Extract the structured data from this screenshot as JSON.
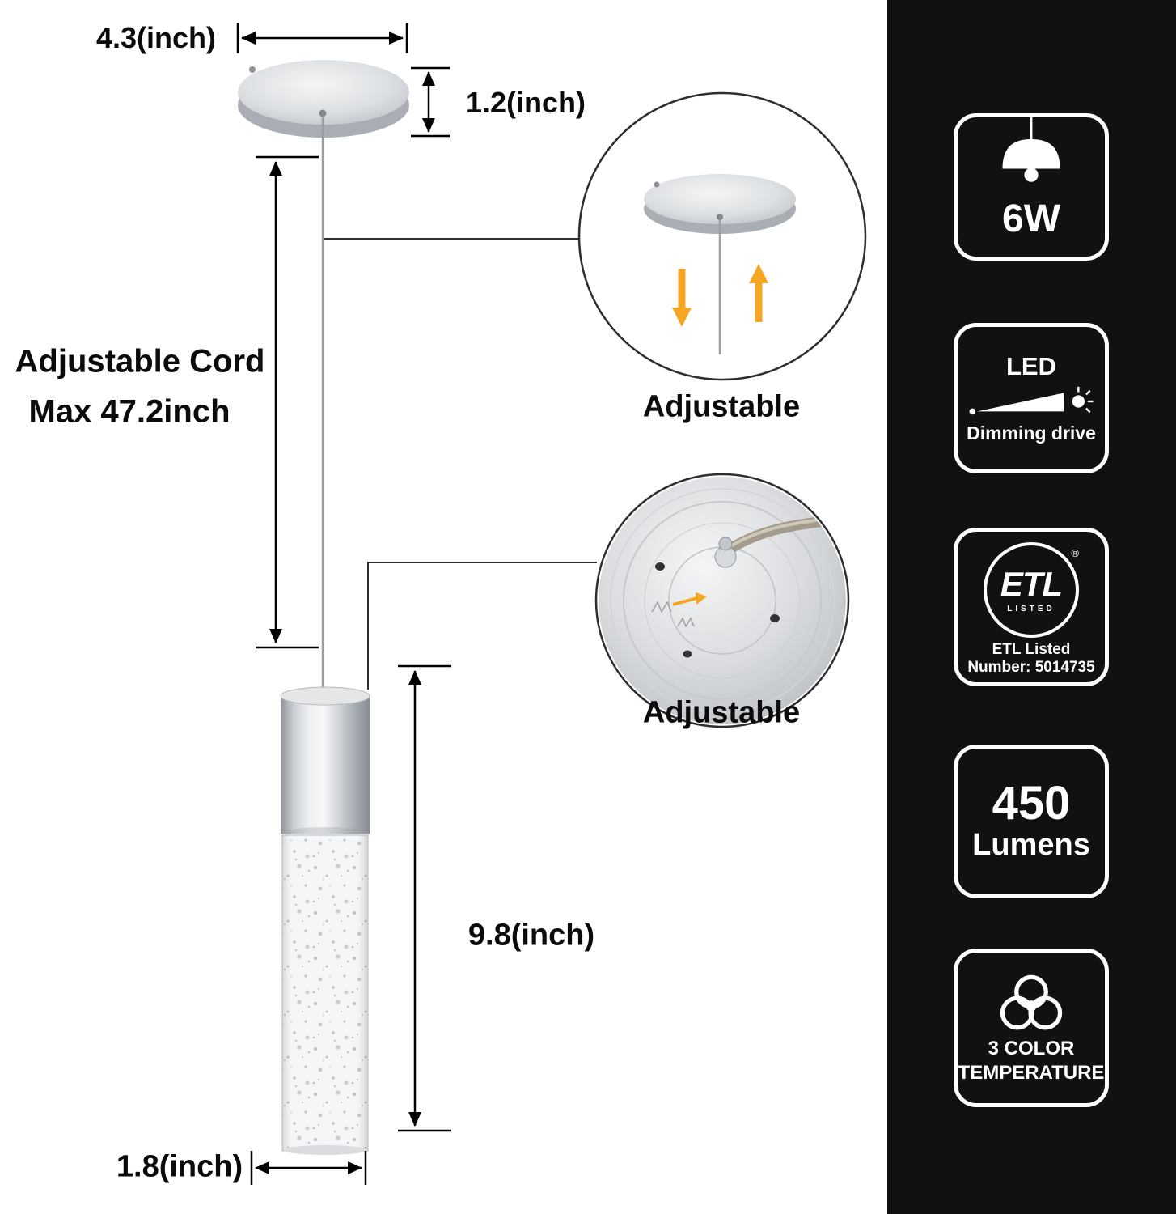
{
  "diagram": {
    "canopy_width": "4.3(inch)",
    "canopy_height": "1.2(inch)",
    "cord_line1": "Adjustable Cord",
    "cord_line2": "Max 47.2inch",
    "callout_top_label": "Adjustable",
    "callout_bottom_label": "Adjustable",
    "pendant_height": "9.8(inch)",
    "pendant_width": "1.8(inch)"
  },
  "badges": {
    "wattage": {
      "icon": "pendant-lamp-icon",
      "value": "6W"
    },
    "led": {
      "icon": "dimming-beam-icon",
      "title": "LED",
      "subtitle": "Dimming drive"
    },
    "etl": {
      "icon": "etl-logo",
      "logo": "ETL",
      "reg": "®",
      "listed": "LISTED",
      "line1": "ETL Listed",
      "line2": "Number: 5014735"
    },
    "lumens": {
      "value": "450",
      "unit": "Lumens"
    },
    "color_temp": {
      "icon": "color-temperature-icon",
      "line1": "3 COLOR",
      "line2": "TEMPERATURE"
    }
  },
  "colors": {
    "accent_orange": "#F5A623",
    "panel_black": "#111111",
    "chrome": "#c9cdd1"
  }
}
